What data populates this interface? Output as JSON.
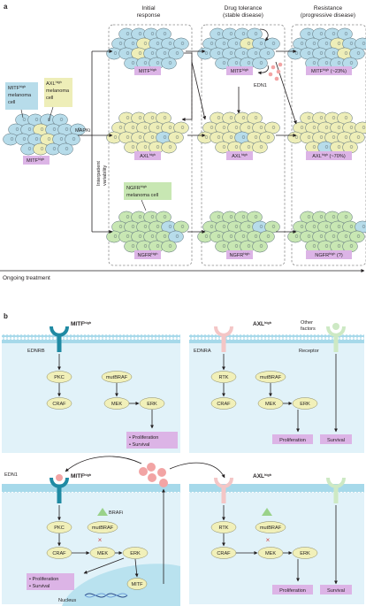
{
  "panel_a": {
    "letter": "a",
    "headers": {
      "initial": [
        "Initial",
        "response"
      ],
      "tolerance": [
        "Drug tolerance",
        "(stable disease)"
      ],
      "resistance": [
        "Resistance",
        "(progressive disease)"
      ]
    },
    "left": {
      "mitf_callout": [
        "MITF",
        "high",
        "melanoma",
        "cell"
      ],
      "axl_callout": [
        "AXL",
        "high",
        "melanoma",
        "cell"
      ],
      "cluster_label": [
        "MITF",
        "high"
      ],
      "mapki": "MAPKi",
      "interpatient": [
        "Interpatient",
        "variability"
      ]
    },
    "row_labels": {
      "initial": [
        [
          "MITF",
          "high"
        ],
        [
          "AXL",
          "high"
        ],
        [
          "NGFR",
          "high"
        ]
      ],
      "tolerance": [
        [
          "MITF",
          "high"
        ],
        [
          "AXL",
          "high"
        ],
        [
          "NGFR",
          "high"
        ]
      ],
      "resistance": [
        [
          "MITF",
          "high",
          " (~23%)"
        ],
        [
          "AXL",
          "high",
          " (~70%)"
        ],
        [
          "NGFR",
          "high",
          " (?)"
        ]
      ]
    },
    "ngfr_callout": [
      "NGFR",
      "high",
      "melanoma cell"
    ],
    "edn1": "EDN1",
    "ongoing": "Ongoing treatment"
  },
  "panel_b": {
    "letter": "b",
    "tl": {
      "title": [
        "MITF",
        "high"
      ],
      "receptor": "EDNRB",
      "nodes": [
        "PKC",
        "CRAF",
        "mutBRAF",
        "MEK",
        "ERK"
      ],
      "outcome": [
        "• Proliferation",
        "• Survival"
      ]
    },
    "tr": {
      "title": [
        "AXL",
        "high"
      ],
      "receptor": "EDNRA",
      "other": [
        "Other",
        "factors"
      ],
      "receptor2": "Receptor",
      "nodes": [
        "RTK",
        "CRAF",
        "mutBRAF",
        "MEK",
        "ERK"
      ],
      "outcomes": [
        "Proliferation",
        "Survival"
      ]
    },
    "bl": {
      "title": [
        "MITF",
        "high"
      ],
      "edn1": "EDN1",
      "brafi": "BRAFi",
      "nodes": [
        "PKC",
        "CRAF",
        "mutBRAF",
        "MEK",
        "ERK",
        "MITF"
      ],
      "nucleus": "Nucleus",
      "outcome": [
        "• Proliferation",
        "• Survival"
      ]
    },
    "br": {
      "title": [
        "AXL",
        "high"
      ],
      "nodes": [
        "RTK",
        "CRAF",
        "mutBRAF",
        "MEK",
        "ERK"
      ],
      "outcomes": [
        "Proliferation",
        "Survival"
      ]
    }
  },
  "colors": {
    "mitf_cell": "#b7dcea",
    "axl_cell": "#eeeeb8",
    "ngfr_cell": "#c8e7b3",
    "purple_label": "#dcb4e6",
    "edn1": "#f2a4a4",
    "membrane": "#a6d9ea",
    "cytoplasm": "#e1f2f9",
    "node": "#f1f0b9",
    "receptor_mitf": "#1f8aa3",
    "receptor_axl": "#f4c6c6",
    "receptor_other": "#cde9c4"
  }
}
